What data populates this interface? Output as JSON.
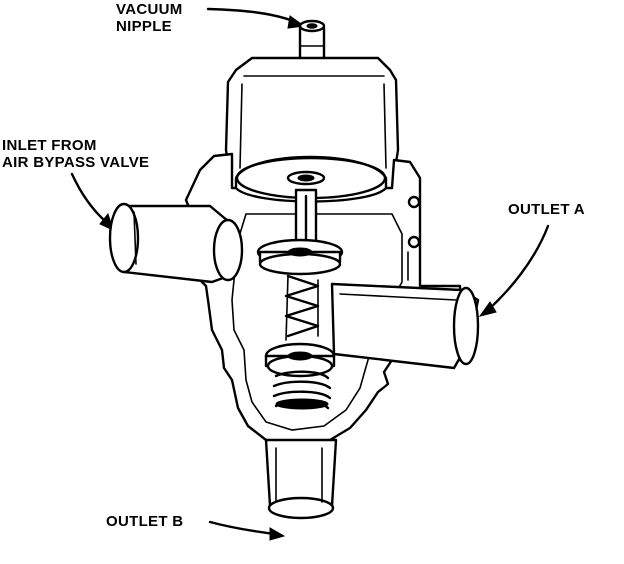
{
  "labels": {
    "vacuum_nipple_line1": "VACUUM",
    "vacuum_nipple_line2": "NIPPLE",
    "inlet_line1": "INLET FROM",
    "inlet_line2": "AIR BYPASS VALVE",
    "outlet_a": "OUTLET A",
    "outlet_b": "OUTLET B"
  }
}
